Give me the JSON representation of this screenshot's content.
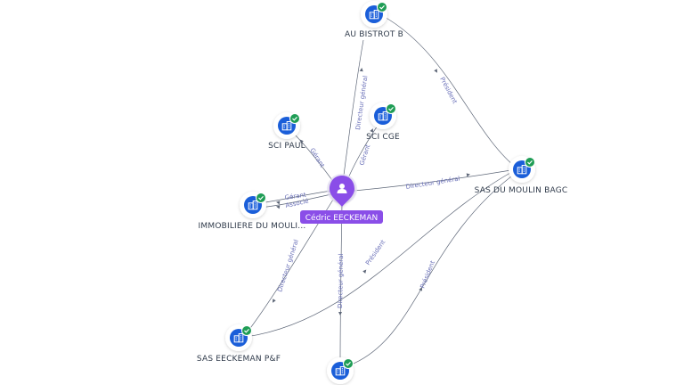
{
  "colors": {
    "company": "#1a5ed9",
    "check": "#1f9d55",
    "person": "#8a4ee8",
    "edge_label": "#6a70b8",
    "edge": "#5d6677"
  },
  "person": {
    "name": "Cédric EECKEMAN",
    "icon": "user-icon"
  },
  "companies": [
    {
      "id": "au-bistrot-b",
      "label": "AU BISTROT B"
    },
    {
      "id": "sci-cge",
      "label": "SCI CGE"
    },
    {
      "id": "sci-paul",
      "label": "SCI PAUL"
    },
    {
      "id": "immobiliere",
      "label": "IMMOBILIERE DU MOULI..."
    },
    {
      "id": "sas-moulin-bagc",
      "label": "SAS DU MOULIN BAGC"
    },
    {
      "id": "sas-eeckeman-pf",
      "label": "SAS EECKEMAN P&F"
    },
    {
      "id": "bottom-company",
      "label": ""
    }
  ],
  "edge_labels": {
    "directeur_general": "Directeur général",
    "gerant": "Gérant",
    "associe": "Associé",
    "president": "Président"
  }
}
